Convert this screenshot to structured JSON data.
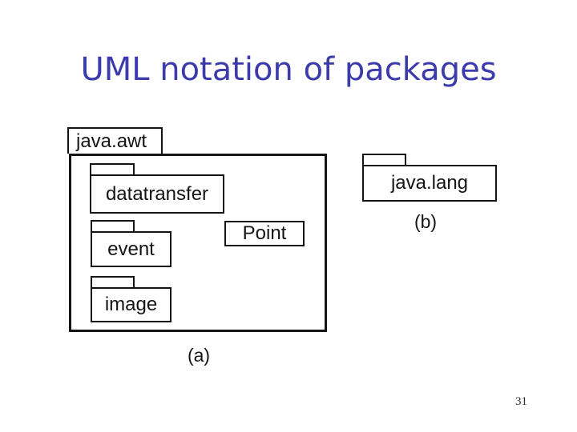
{
  "slide": {
    "title": "UML notation of packages",
    "title_color": "#3b3bab",
    "page_number": "31"
  },
  "diagram": {
    "package_a": {
      "name": "java.awt",
      "sub_packages": [
        "datatransfer",
        "event",
        "image"
      ],
      "class_name": "Point",
      "caption": "(a)"
    },
    "package_b": {
      "name": "java.lang",
      "caption": "(b)"
    }
  }
}
